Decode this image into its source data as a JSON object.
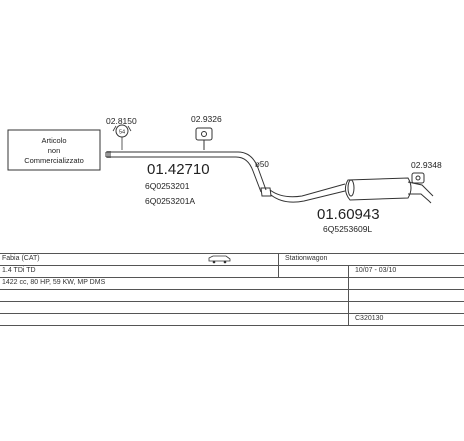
{
  "diagram": {
    "note_lines": [
      "Articolo",
      "non",
      "Commercializzato"
    ],
    "clamp_1": "02.8150",
    "clamp_1_badge": "54",
    "hanger_1": "02.9326",
    "front_part": "01.42710",
    "front_oem_1": "6Q0253201",
    "front_oem_2": "6Q0253201A",
    "diameter": "ø50",
    "hanger_2": "02.9348",
    "rear_part": "01.60943",
    "rear_oem": "6Q5253609L"
  },
  "table": {
    "row1": {
      "model": "Fabia (CAT)",
      "body": "Stationwagon"
    },
    "row2": {
      "engine": "1.4 TDi TD",
      "years": "10/07 - 03/10"
    },
    "row3": {
      "spec": "1422 cc, 80 HP, 59 KW, MP DMS"
    },
    "row5": {
      "code": "C320130"
    }
  },
  "icons": {
    "car": "station-wagon-car-icon",
    "hanger": "rubber-hanger-icon",
    "clamp": "pipe-clamp-icon"
  }
}
